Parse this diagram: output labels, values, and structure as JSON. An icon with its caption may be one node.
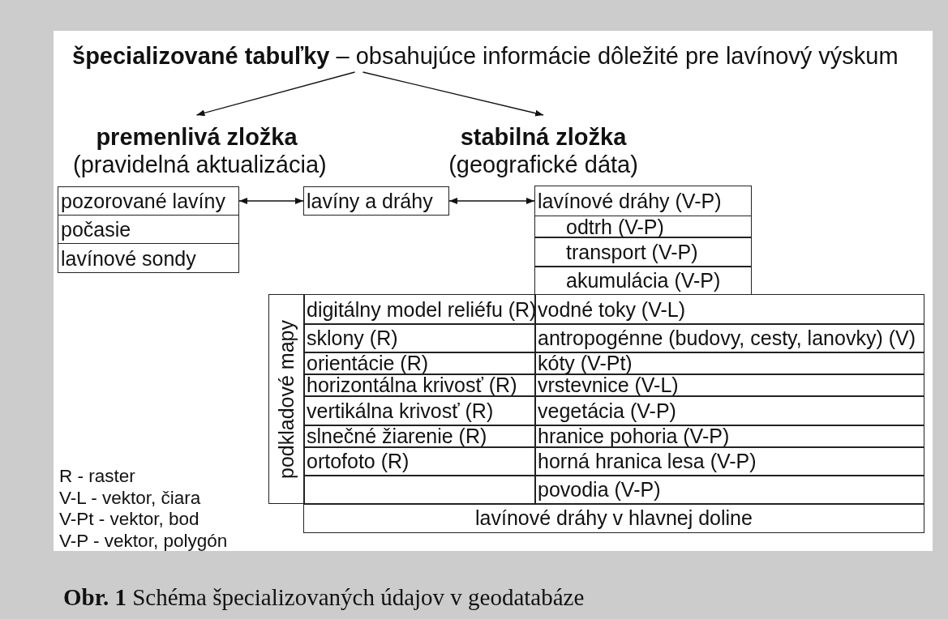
{
  "diagram": {
    "caption": "**Obr. 1** Schéma špecializovaných údajov v geodatabáze",
    "nodes": [
      {
        "text": [
          "**špecializované tabuľky** – obsahujúce informácie dôležité pre lavínový výskum"
        ]
      },
      {
        "text": [
          "premenlivá zložka",
          "(pravidelná aktualizácia)"
        ]
      },
      {
        "text": [
          "stabilná zložka",
          "(geografické dáta)"
        ]
      },
      {
        "text": [
          "pozorované lavíny"
        ]
      },
      {
        "text": [
          "počasie"
        ]
      },
      {
        "text": [
          "lavínové sondy"
        ]
      },
      {
        "text": [
          "lavíny a dráhy"
        ]
      },
      {
        "text": [
          "lavínové dráhy (V-P)"
        ]
      },
      {
        "text": [
          "odtrh (V-P)"
        ]
      },
      {
        "text": [
          "transport (V-P)"
        ]
      },
      {
        "text": [
          "akumulácia (V-P)"
        ]
      },
      {
        "text": [
          "podkladové mapy"
        ]
      },
      {
        "text": [
          "digitálny model reliéfu (R)"
        ]
      },
      {
        "text": [
          "vodné toky (V-L)"
        ]
      },
      {
        "text": [
          "sklony (R)"
        ]
      },
      {
        "text": [
          "antropogénne (budovy, cesty, lanovky) (V)"
        ]
      },
      {
        "text": [
          "orientácie (R)"
        ]
      },
      {
        "text": [
          "kóty (V-Pt)"
        ]
      },
      {
        "text": [
          "horizontálna krivosť (R)"
        ]
      },
      {
        "text": [
          "vrstevnice (V-L)"
        ]
      },
      {
        "text": [
          "vertikálna krivosť (R)"
        ]
      },
      {
        "text": [
          "vegetácia (V-P)"
        ]
      },
      {
        "text": [
          "slnečné žiarenie (R)"
        ]
      },
      {
        "text": [
          "hranice pohoria (V-P)"
        ]
      },
      {
        "text": [
          "ortofoto (R)"
        ]
      },
      {
        "text": [
          "horná hranica lesa (V-P)"
        ]
      },
      {
        "text": [],
        "shape": "box"
      },
      {
        "text": [
          "povodia (V-P)"
        ]
      },
      {
        "text": [
          "lavínové dráhy v hlavnej doline"
        ]
      }
    ],
    "edges": [
      {
        "from": 0,
        "to": 1,
        "arrow": "to"
      },
      {
        "from": 0,
        "to": 2,
        "arrow": "to"
      },
      {
        "from": 3,
        "to": 6,
        "arrow": "both"
      },
      {
        "from": 6,
        "to": 7,
        "arrow": "both"
      }
    ],
    "labels": [
      "R - raster",
      "V-L - vektor, čiara",
      "V-Pt - vektor, bod",
      "V-P - vektor, polygón"
    ]
  }
}
